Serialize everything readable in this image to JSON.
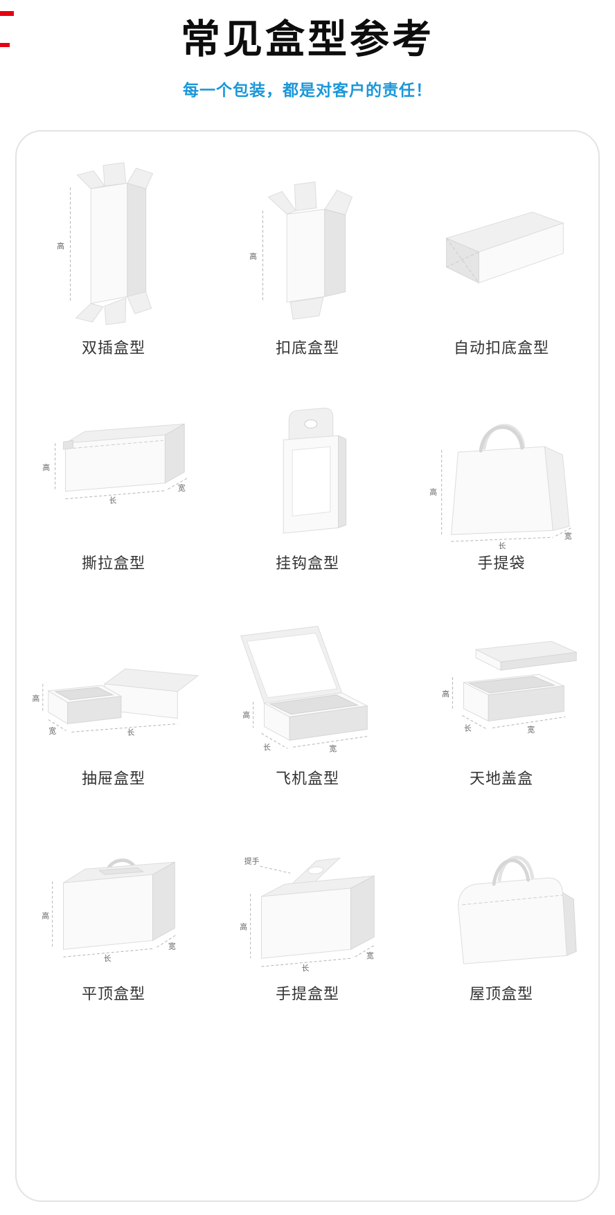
{
  "header": {
    "title": "常见盒型参考",
    "subtitle": "每一个包装，都是对客户的责任！",
    "accent_color": "#1b97d9",
    "decor_color": "#e60012"
  },
  "dims": {
    "height": "高",
    "length": "长",
    "width": "宽",
    "handle": "提手"
  },
  "grid": {
    "items": [
      {
        "label": "双插盒型"
      },
      {
        "label": "扣底盒型"
      },
      {
        "label": "自动扣底盒型"
      },
      {
        "label": "撕拉盒型"
      },
      {
        "label": "挂钩盒型"
      },
      {
        "label": "手提袋"
      },
      {
        "label": "抽屉盒型"
      },
      {
        "label": "飞机盒型"
      },
      {
        "label": "天地盖盒"
      },
      {
        "label": "平顶盒型"
      },
      {
        "label": "手提盒型"
      },
      {
        "label": "屋顶盒型"
      }
    ]
  }
}
